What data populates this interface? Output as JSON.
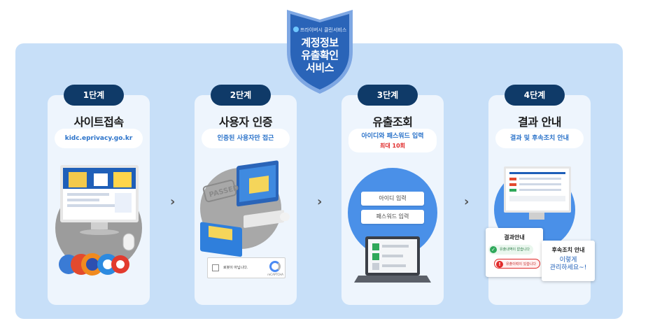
{
  "shield": {
    "subtitle": "프라이버시 클린서비스",
    "title_line1": "계정정보",
    "title_line2": "유출확인",
    "title_line3": "서비스"
  },
  "steps": [
    {
      "step_label": "1단계",
      "title": "사이트접속",
      "subtitle": "kidc.eprivacy.go.kr"
    },
    {
      "step_label": "2단계",
      "title": "사용자 인증",
      "subtitle": "인증된 사용자만 접근",
      "passed_stamp": "PASSED",
      "captcha_label": "로봇이 아닙니다.",
      "captcha_brand": "reCAPTCHA"
    },
    {
      "step_label": "3단계",
      "title": "유출조회",
      "subtitle": "아이디와 패스워드 입력",
      "subtitle_note": "최대 10회",
      "id_input": "아이디 입력",
      "pw_input": "패스워드 입력"
    },
    {
      "step_label": "4단계",
      "title": "결과 안내",
      "subtitle": "결과 및 후속조치 안내",
      "result_popup_title": "결과안내",
      "result_ok": "유출내역이 없습니다",
      "result_bad": "유출이력이 있습니다",
      "followup_title": "후속조치 안내",
      "followup_line1": "이렇게",
      "followup_line2": "관리하세요~!"
    }
  ],
  "arrows": [
    "›",
    "›",
    "›"
  ],
  "colors": {
    "panel": "#c7dff8",
    "card": "#eef5fd",
    "pill": "#0f3a68",
    "accent_blue": "#2a72c9",
    "shield": "#2a64b8",
    "warning_red": "#e02b2b"
  }
}
